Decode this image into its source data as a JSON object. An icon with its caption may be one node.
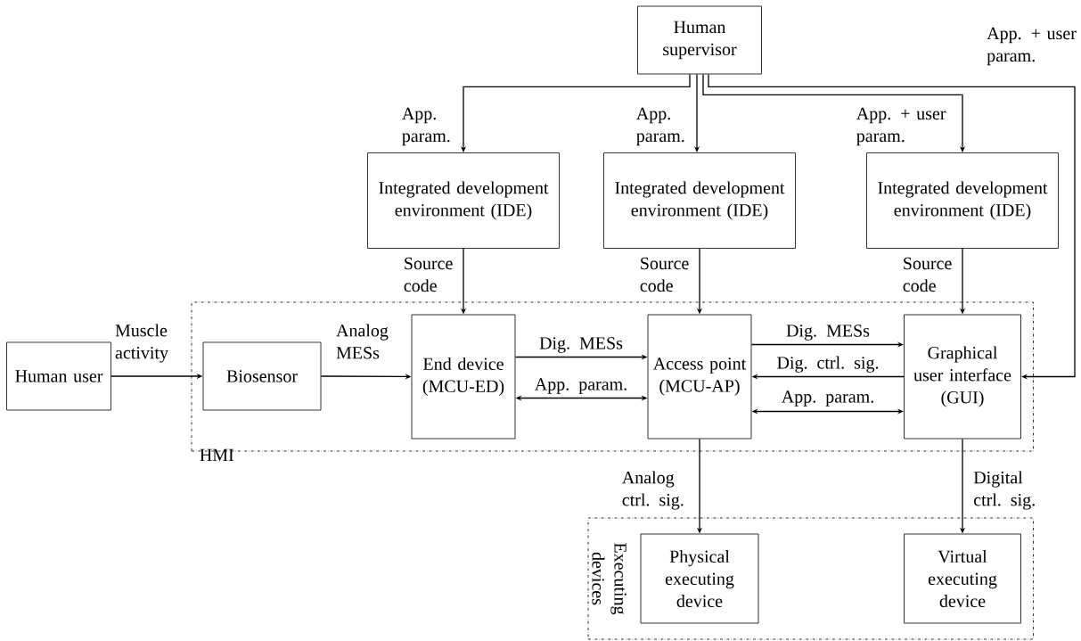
{
  "diagram": {
    "nodes": [
      {
        "text": [
          "Human supervisor"
        ]
      },
      {
        "text": [
          "Integrated development environment (IDE)"
        ]
      },
      {
        "text": [
          "Integrated development environment (IDE)"
        ]
      },
      {
        "text": [
          "Integrated development environment (IDE)"
        ]
      },
      {
        "text": [
          "HMI"
        ]
      },
      {
        "text": [
          "Human user"
        ]
      },
      {
        "text": [
          "Biosensor"
        ],
        "in": 4
      },
      {
        "text": [
          "End device (MCU-ED)"
        ],
        "in": 4
      },
      {
        "text": [
          "Access point (MCU-AP)"
        ],
        "in": 4
      },
      {
        "text": [
          "Graphical user interface (GUI)"
        ],
        "in": 4
      },
      {
        "text": [
          "Executing devices"
        ]
      },
      {
        "text": [
          "Physical executing device"
        ],
        "in": 10
      },
      {
        "text": [
          "Virtual executing device"
        ],
        "in": 10
      }
    ],
    "edges": [
      {
        "from": 0,
        "to": 1,
        "arrow": "to",
        "label": "App. param."
      },
      {
        "from": 0,
        "to": 2,
        "arrow": "to",
        "label": "App. param."
      },
      {
        "from": 0,
        "to": 3,
        "arrow": "to",
        "label": "App. + user param."
      },
      {
        "from": 0,
        "to": 9,
        "arrow": "to",
        "label": "App. + user param."
      },
      {
        "from": 1,
        "to": 7,
        "arrow": "to",
        "label": "Source code"
      },
      {
        "from": 2,
        "to": 8,
        "arrow": "to",
        "label": "Source code"
      },
      {
        "from": 3,
        "to": 9,
        "arrow": "to",
        "label": "Source code"
      },
      {
        "from": 5,
        "to": 6,
        "arrow": "to",
        "label": "Muscle activity"
      },
      {
        "from": 6,
        "to": 7,
        "arrow": "to",
        "label": "Analog MESs"
      },
      {
        "from": 7,
        "to": 8,
        "arrow": "to",
        "label": "Dig. MESs"
      },
      {
        "from": 7,
        "to": 8,
        "arrow": "both",
        "label": "App. param."
      },
      {
        "from": 8,
        "to": 9,
        "arrow": "to",
        "label": "Dig. MESs"
      },
      {
        "from": 9,
        "to": 8,
        "arrow": "to",
        "label": "Dig. ctrl. sig."
      },
      {
        "from": 8,
        "to": 9,
        "arrow": "both",
        "label": "App. param."
      },
      {
        "from": 8,
        "to": 11,
        "arrow": "to",
        "label": "Analog ctrl. sig."
      },
      {
        "from": 9,
        "to": 12,
        "arrow": "to",
        "label": "Digital ctrl. sig."
      }
    ]
  }
}
